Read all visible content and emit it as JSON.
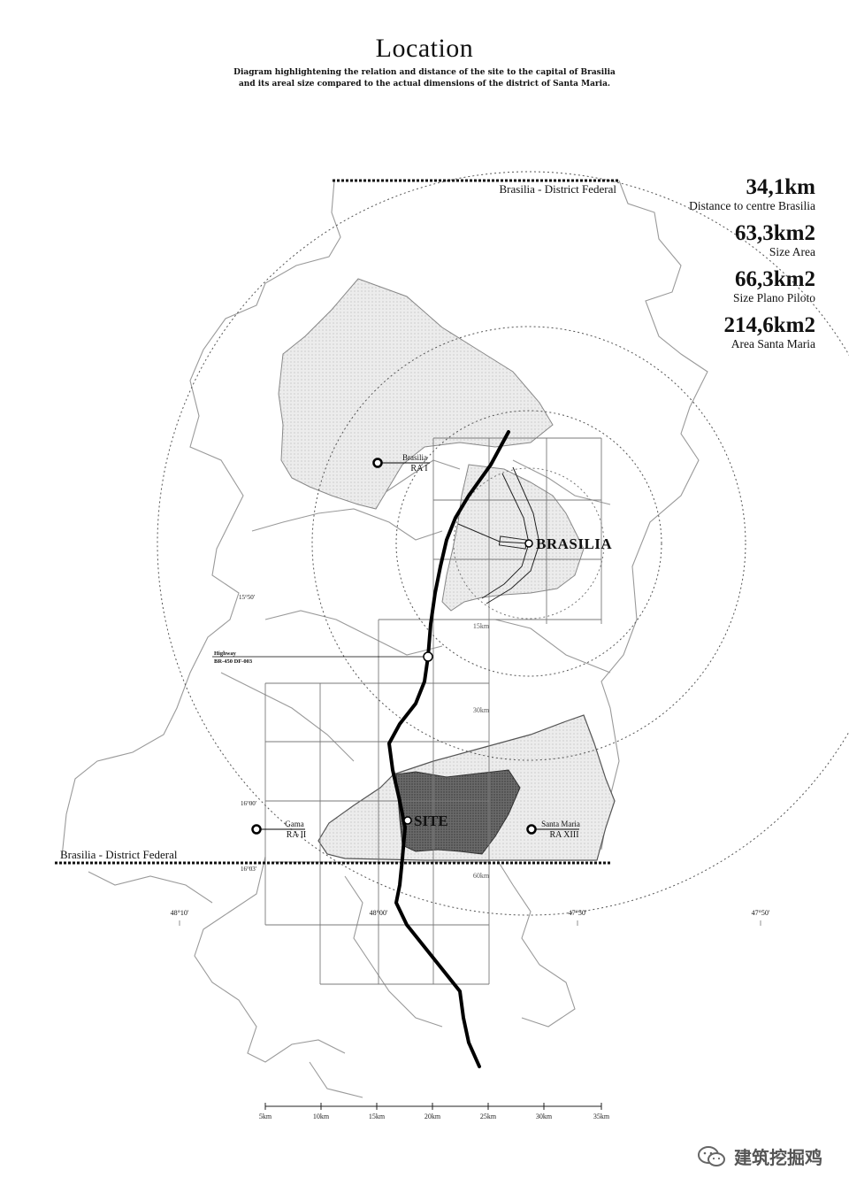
{
  "title": "Location",
  "subtitle_lines": [
    "Diagram highlightening the relation and distance of the site to the capital of Brasilia",
    "and its areal size compared to the actual dimensions of the district of Santa Maria."
  ],
  "stats": [
    {
      "value": "34,1km",
      "label": "Distance to centre Brasilia"
    },
    {
      "value": "63,3km2",
      "label": "Size Area"
    },
    {
      "value": "66,3km2",
      "label": "Size Plano Piloto"
    },
    {
      "value": "214,6km2",
      "label": "Area Santa Maria"
    }
  ],
  "map": {
    "district_label_top": "Brasilia - District Federal",
    "district_label_bottom": "Brasilia - District Federal",
    "city_label": "BRASILIA",
    "site_label": "SITE",
    "ra_brasilia": {
      "name": "Brasilia",
      "code": "RA I"
    },
    "ra_gama": {
      "name": "Gama",
      "code": "RA II"
    },
    "ra_santa_maria": {
      "name": "Santa Maria",
      "code": "RA XIII"
    },
    "highway_line1": "Highway",
    "highway_line2": "BR-450 DF-003",
    "ring_labels": [
      "15km",
      "30km",
      "60km"
    ],
    "lat_labels": [
      "15°50'",
      "16°00'",
      "16°03'"
    ],
    "lon_labels": [
      "48°10'",
      "48°00'",
      "47°50'",
      "47°50'"
    ],
    "scale_labels": [
      "5km",
      "10km",
      "15km",
      "20km",
      "25km",
      "30km",
      "35km"
    ]
  },
  "watermark": "建筑挖掘鸡"
}
